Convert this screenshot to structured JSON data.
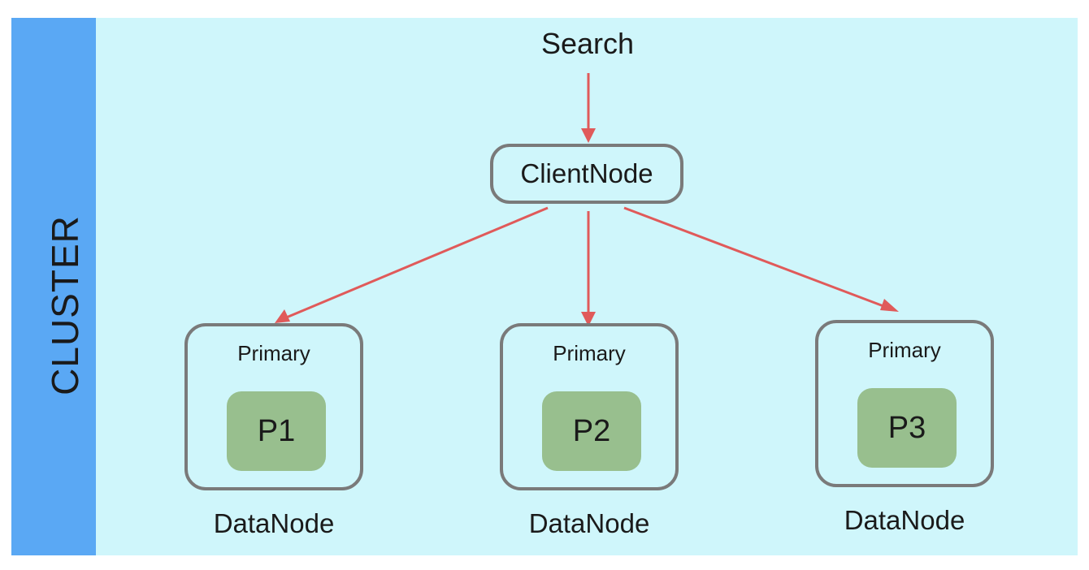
{
  "sidebar": {
    "label": "CLUSTER"
  },
  "entry": {
    "label": "Search"
  },
  "client_node": {
    "label": "ClientNode"
  },
  "data_nodes": [
    {
      "role": "Primary",
      "shard": "P1",
      "label": "DataNode"
    },
    {
      "role": "Primary",
      "shard": "P2",
      "label": "DataNode"
    },
    {
      "role": "Primary",
      "shard": "P3",
      "label": "DataNode"
    }
  ],
  "colors": {
    "sidebar": "#5aa8f4",
    "background": "#cff6fb",
    "node_border": "#7a7a7a",
    "shard_fill": "#98bf8e",
    "arrow": "#e05a5a"
  }
}
